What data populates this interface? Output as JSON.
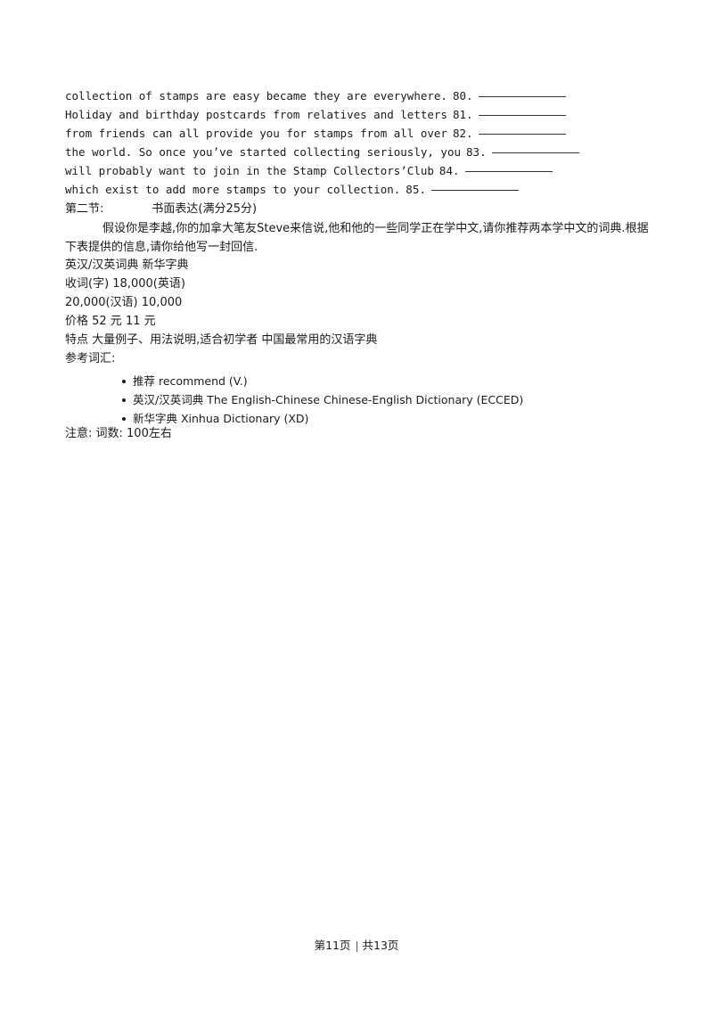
{
  "passage_lines": [
    {
      "text": "collection of stamps are easy became they are everywhere.",
      "number": "80."
    },
    {
      "text": "Holiday and birthday postcards from relatives and letters",
      "number": "81."
    },
    {
      "text": "from friends can all provide you for stamps from all over",
      "number": "82."
    },
    {
      "text": "the world. So once you’ve started collecting seriously, you",
      "number": "83."
    },
    {
      "text": "will probably want to join in the Stamp Collectors’Club",
      "number": "84."
    },
    {
      "text": "which exist to add more stamps to your collection.",
      "number": "85."
    }
  ],
  "section2": {
    "heading": "第二节:",
    "subheading": "书面表达(满分25分)",
    "prompt": "假设你是李越,你的加拿大笔友Steve来信说,他和他的一些同学正在学中文,请你推荐两本学中文的词典.根据下表提供的信息,请你给他写一封回信."
  },
  "table_lines": [
    "英汉/汉英词典 新华字典",
    "收词(字) 18,000(英语)",
    "20,000(汉语) 10,000",
    "价格 52 元 11 元",
    "特点 大量例子、用法说明,适合初学者 中国最常用的汉语字典"
  ],
  "vocab": {
    "label": "参考词汇:",
    "items": [
      "推荐 recommend (V.)",
      "英汉/汉英词典 The English-Chinese Chinese-English Dictionary (ECCED)",
      "新华字典 Xinhua Dictionary (XD)"
    ]
  },
  "note": "注意: 词数: 100左右",
  "footer": {
    "page": "第11页",
    "total": "共13页"
  }
}
